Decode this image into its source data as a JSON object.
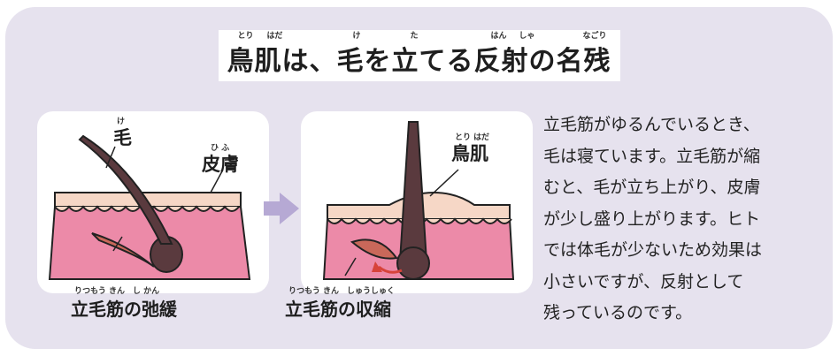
{
  "title": {
    "text": "鳥肌は、毛を立てる反射の名残",
    "ruby": [
      "とり",
      "はだ",
      "け",
      "た",
      "はん",
      "しゃ",
      "なごり"
    ]
  },
  "left_panel": {
    "hair_label": "毛",
    "hair_ruby": "け",
    "skin_label": "皮膚",
    "skin_ruby": "ひ ふ",
    "caption": "立毛筋の弛緩",
    "caption_ruby": "りつもう きん　し かん"
  },
  "right_panel": {
    "goosebump_label": "鳥肌",
    "goosebump_ruby": "とり はだ",
    "caption": "立毛筋の収縮",
    "caption_ruby": "りつもう きん　しゅうしゅく"
  },
  "description": {
    "lines": [
      "立毛筋がゆるんでいるとき、",
      "毛は寝ています。立毛筋が縮",
      "むと、毛が立ち上がり、皮膚",
      "が少し盛り上がります。ヒト",
      "では体毛が少ないため効果は",
      "小さいですが、反射として",
      "残っているのです。"
    ]
  },
  "colors": {
    "panel_bg": "#e6e2ee",
    "skin_surface": "#f6d7c6",
    "skin_deep": "#ec8aa8",
    "hair": "#5a3a3e",
    "muscle": "#c9685a",
    "arrow": "#b6a9d4",
    "contract_arrow": "#d7433a"
  }
}
